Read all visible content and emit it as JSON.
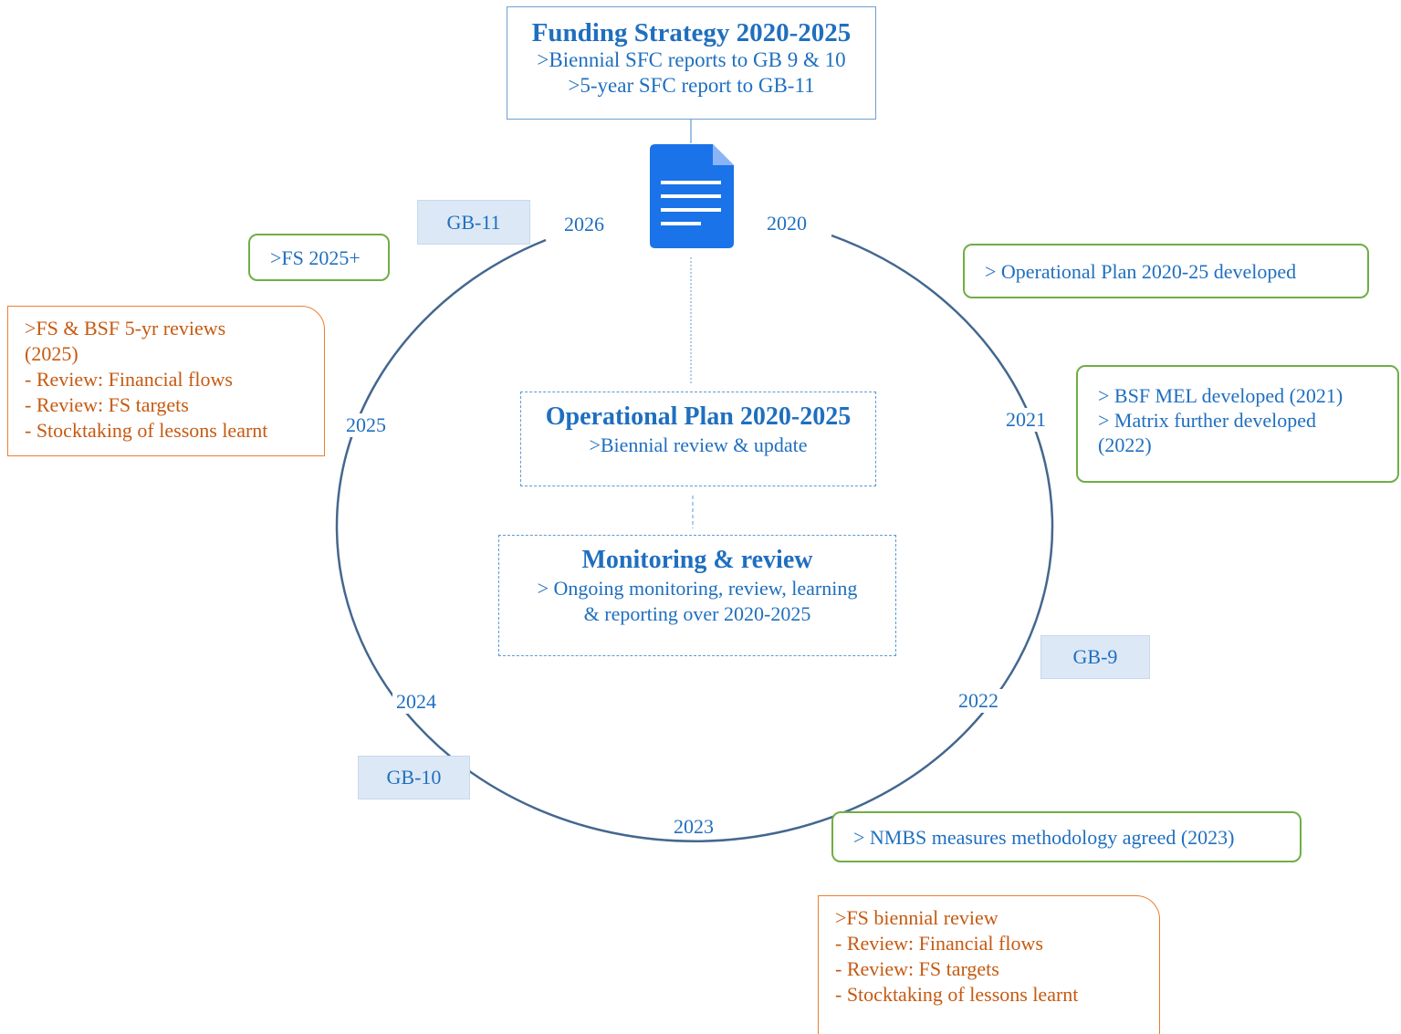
{
  "funding_strategy": {
    "title": "Funding Strategy 2020-2025",
    "lines": [
      ">Biennial SFC reports to GB 9 & 10",
      ">5-year SFC report to GB-11"
    ]
  },
  "operational_plan": {
    "title": "Operational Plan 2020-2025",
    "lines": [
      ">Biennial review & update"
    ]
  },
  "monitoring": {
    "title": "Monitoring & review",
    "lines": [
      "> Ongoing monitoring, review, learning",
      "& reporting over 2020-2025"
    ]
  },
  "years": {
    "y2020": "2020",
    "y2021": "2021",
    "y2022": "2022",
    "y2023": "2023",
    "y2024": "2024",
    "y2025": "2025",
    "y2026": "2026"
  },
  "gb_tags": {
    "gb9": "GB-9",
    "gb10": "GB-10",
    "gb11": "GB-11"
  },
  "milestones": {
    "op_plan_developed": "> Operational Plan 2020-25 developed",
    "bsf_mel": [
      "> BSF MEL developed (2021)",
      "> Matrix further developed",
      "(2022)"
    ],
    "nmbs": "> NMBS measures methodology agreed (2023)",
    "fs_2025_plus": ">FS 2025+"
  },
  "reviews": {
    "five_year": [
      ">FS & BSF 5-yr reviews",
      "(2025)",
      "- Review: Financial flows",
      "- Review: FS targets",
      "- Stocktaking of lessons learnt"
    ],
    "biennial": [
      ">FS biennial review",
      "- Review: Financial flows",
      "- Review: FS targets",
      "- Stocktaking of lessons learnt"
    ]
  },
  "icons": {
    "document": "document-icon"
  },
  "colors": {
    "title_blue": "#1f6fbf",
    "cycle_line": "#44678f",
    "tag_fill": "#dce8f5",
    "green_border": "#70ad47",
    "orange_border": "#ed7d31",
    "orange_text": "#c55a11",
    "doc_blue": "#1a73e8"
  }
}
